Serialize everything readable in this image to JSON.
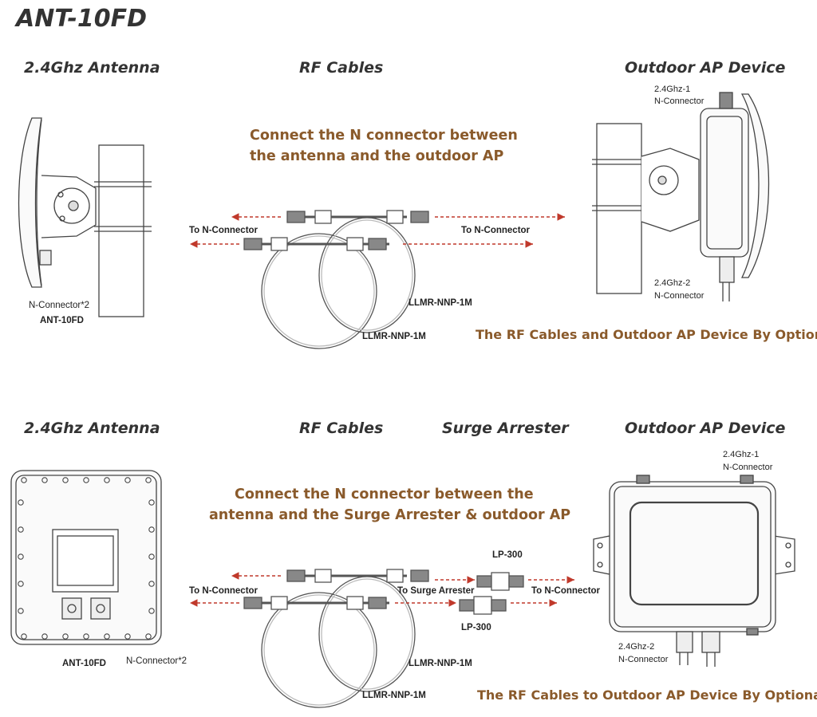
{
  "title": "ANT-10FD",
  "top": {
    "header_antenna": "2.4Ghz Antenna",
    "header_cables": "RF Cables",
    "header_ap": "Outdoor AP Device",
    "instruction_line1": "Connect the N connector between",
    "instruction_line2": "the antenna and the outdoor AP",
    "to_n_left": "To N-Connector",
    "to_n_right": "To N-Connector",
    "cable_a": "LLMR-NNP-1M",
    "cable_b": "LLMR-NNP-1M",
    "antenna_connector": "N-Connector*2",
    "antenna_model": "ANT-10FD",
    "ap_port1_line1": "2.4Ghz-1",
    "ap_port1_line2": "N-Connector",
    "ap_port2_line1": "2.4Ghz-2",
    "ap_port2_line2": "N-Connector",
    "note": "The RF Cables and Outdoor AP Device By Optional"
  },
  "bottom": {
    "header_antenna": "2.4Ghz Antenna",
    "header_cables": "RF Cables",
    "header_surge": "Surge Arrester",
    "header_ap": "Outdoor AP Device",
    "instruction_line1": "Connect the N connector between the",
    "instruction_line2": "antenna and the Surge Arrester & outdoor AP",
    "to_n_left": "To N-Connector",
    "to_surge": "To Surge Arrester",
    "to_n_right": "To N-Connector",
    "lp_top": "LP-300",
    "lp_bottom": "LP-300",
    "cable_a": "LLMR-NNP-1M",
    "cable_b": "LLMR-NNP-1M",
    "antenna_model": "ANT-10FD",
    "antenna_connector": "N-Connector*2",
    "ap_port1_line1": "2.4Ghz-1",
    "ap_port1_line2": "N-Connector",
    "ap_port2_line1": "2.4Ghz-2",
    "ap_port2_line2": "N-Connector",
    "note": "The RF Cables to Outdoor AP Device By Optional"
  },
  "colors": {
    "accent_text": "#8a5a2b",
    "arrow": "#c0392b",
    "line": "#444444"
  }
}
